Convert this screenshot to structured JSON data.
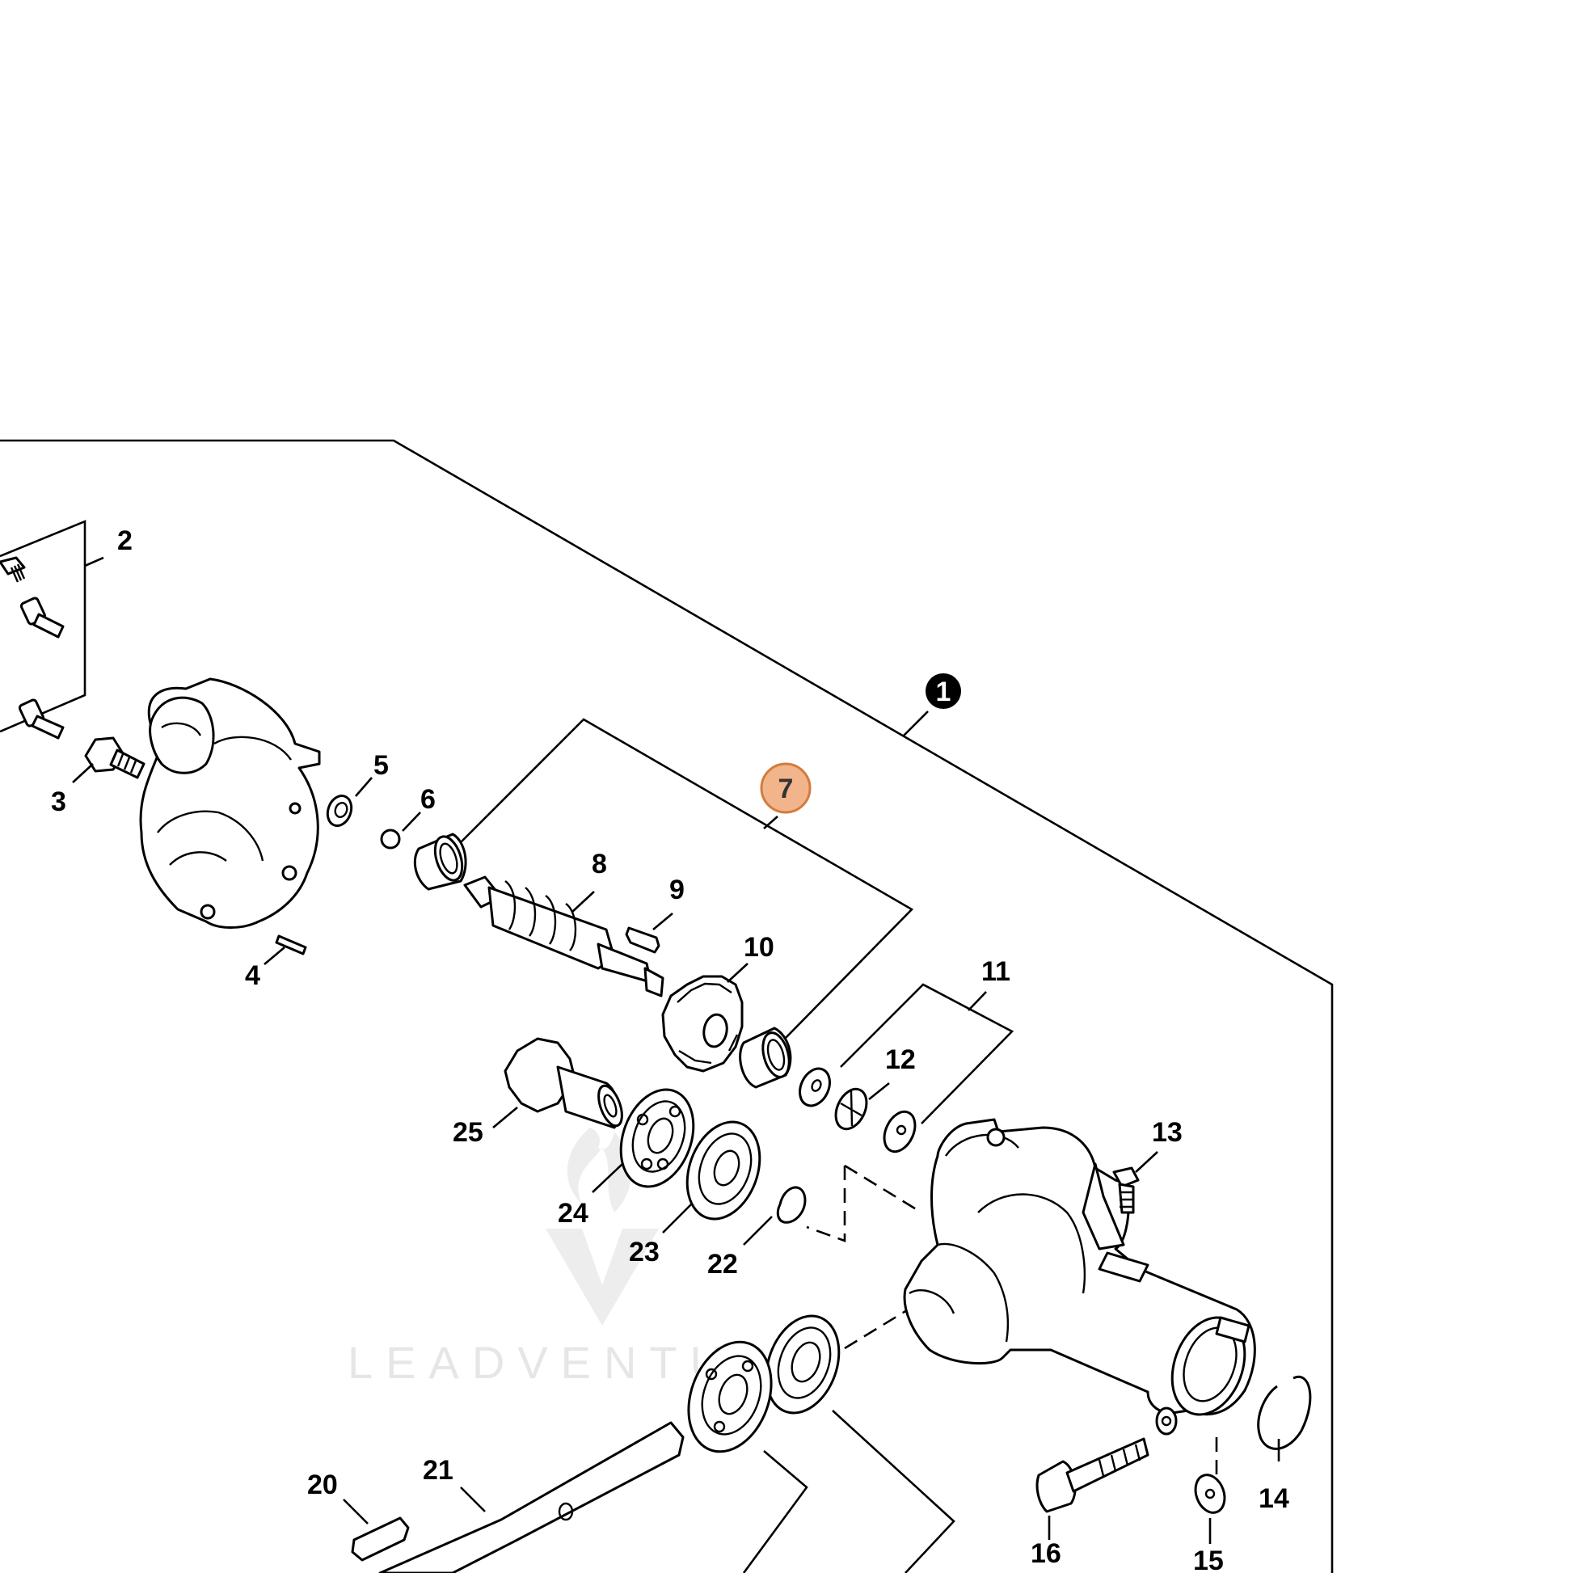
{
  "callouts": {
    "c1": "1",
    "c2": "2",
    "c3": "3",
    "c4": "4",
    "c5": "5",
    "c6": "6",
    "c7": "7",
    "c8": "8",
    "c9": "9",
    "c10": "10",
    "c11": "11",
    "c12": "12",
    "c13": "13",
    "c14": "14",
    "c15": "15",
    "c16": "16",
    "c20": "20",
    "c21": "21",
    "c22": "22",
    "c23": "23",
    "c24": "24",
    "c25": "25"
  },
  "watermark": {
    "text": "LEADVENTURE"
  },
  "colors": {
    "highlight_fill": "#f2b48a",
    "highlight_stroke": "#d27c3c",
    "main_bubble": "#000000",
    "line": "#000000",
    "watermark": "#e6e6e6"
  }
}
